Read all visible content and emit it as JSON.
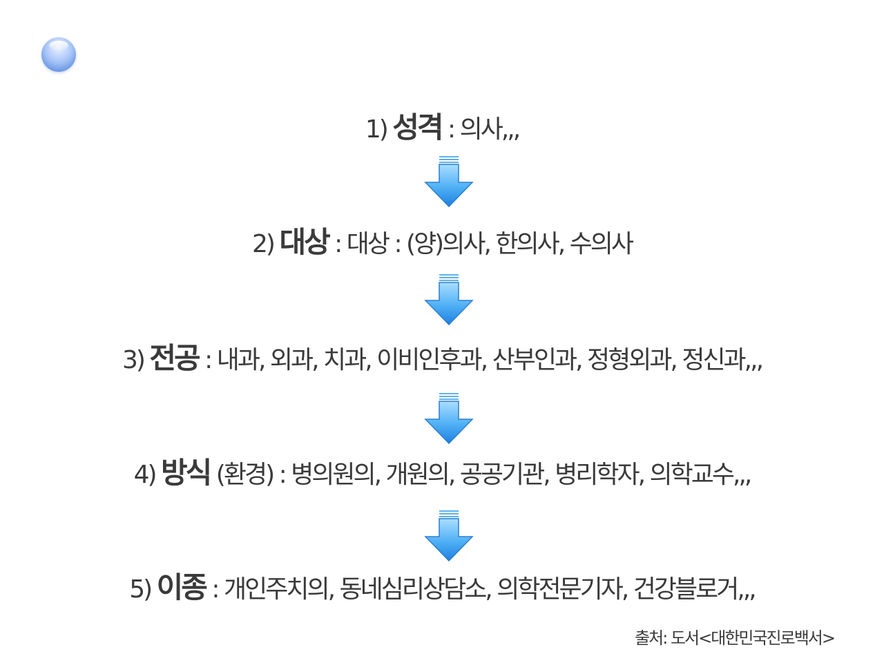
{
  "steps": [
    {
      "num": "1)",
      "key": "성격",
      "paren": "",
      "sep": ":",
      "desc": "의사,,,"
    },
    {
      "num": "2)",
      "key": "대상",
      "paren": "",
      "sep": ":",
      "desc": "대상 : (양)의사, 한의사, 수의사"
    },
    {
      "num": "3)",
      "key": "전공",
      "paren": "",
      "sep": ":",
      "desc": "내과, 외과, 치과, 이비인후과, 산부인과, 정형외과, 정신과,,,"
    },
    {
      "num": "4)",
      "key": "방식",
      "paren": "(환경)",
      "sep": ":",
      "desc": "병의원의, 개원의, 공공기관, 병리학자, 의학교수,,,"
    },
    {
      "num": "5)",
      "key": "이종",
      "paren": "",
      "sep": ":",
      "desc": "개인주치의, 동네심리상담소, 의학전문기자, 건강블로거,,,"
    }
  ],
  "source": "출처: 도서<대한민국진로백서>",
  "colors": {
    "text": "#3a3a3a",
    "arrow_top": "#9fd9ff",
    "arrow_bottom": "#1e7fe0",
    "orb": "#86aef0"
  },
  "icons": {
    "bullet": "blue-orb-icon",
    "arrow": "down-arrow-icon"
  }
}
